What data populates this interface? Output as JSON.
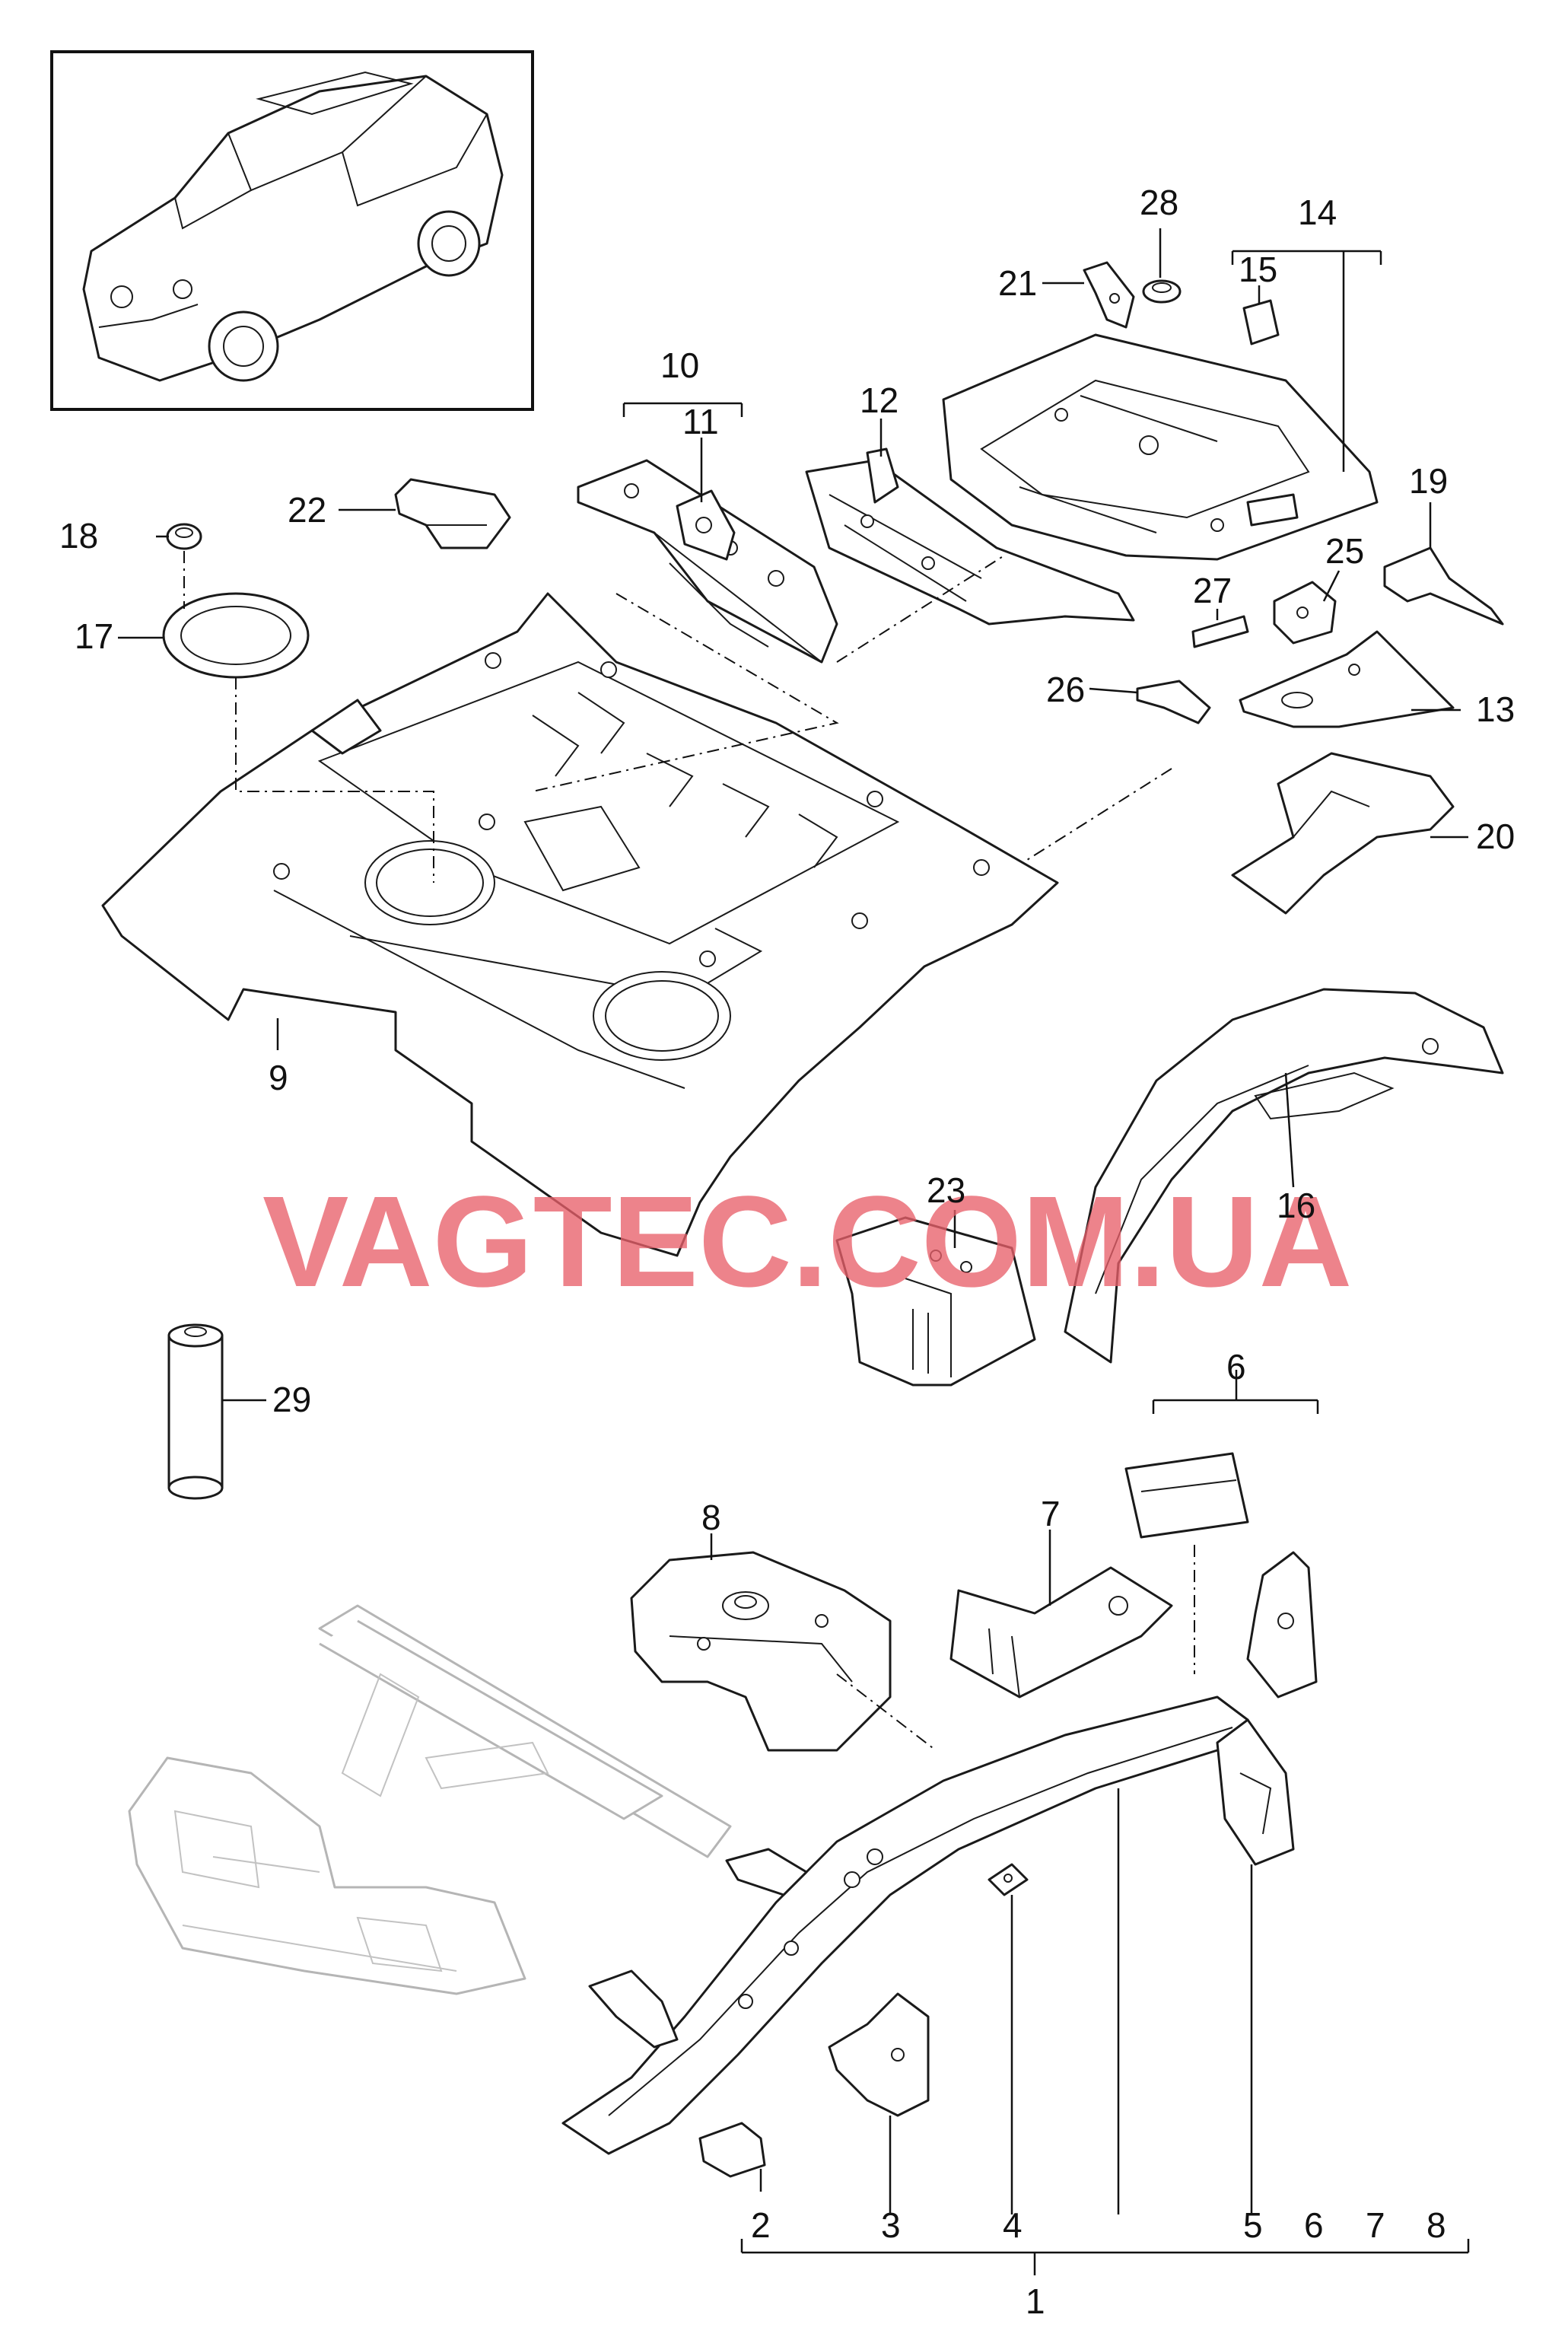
{
  "diagram": {
    "watermark": {
      "text": "VAGTEC.COM.UA",
      "color": "#e8606a"
    },
    "labels": [
      {
        "id": "1",
        "text": "1"
      },
      {
        "id": "2",
        "text": "2"
      },
      {
        "id": "3",
        "text": "3"
      },
      {
        "id": "4",
        "text": "4"
      },
      {
        "id": "5",
        "text": "5"
      },
      {
        "id": "6-top",
        "text": "6"
      },
      {
        "id": "6-bottom",
        "text": "6"
      },
      {
        "id": "7-top",
        "text": "7"
      },
      {
        "id": "7-bottom",
        "text": "7"
      },
      {
        "id": "8-top",
        "text": "8"
      },
      {
        "id": "8-bottom",
        "text": "8"
      },
      {
        "id": "9",
        "text": "9"
      },
      {
        "id": "10",
        "text": "10"
      },
      {
        "id": "11",
        "text": "11"
      },
      {
        "id": "12",
        "text": "12"
      },
      {
        "id": "13",
        "text": "13"
      },
      {
        "id": "14",
        "text": "14"
      },
      {
        "id": "15",
        "text": "15"
      },
      {
        "id": "16",
        "text": "16"
      },
      {
        "id": "17",
        "text": "17"
      },
      {
        "id": "18",
        "text": "18"
      },
      {
        "id": "19",
        "text": "19"
      },
      {
        "id": "20",
        "text": "20"
      },
      {
        "id": "21",
        "text": "21"
      },
      {
        "id": "22",
        "text": "22"
      },
      {
        "id": "23",
        "text": "23"
      },
      {
        "id": "25",
        "text": "25"
      },
      {
        "id": "26",
        "text": "26"
      },
      {
        "id": "27",
        "text": "27"
      },
      {
        "id": "28",
        "text": "28"
      },
      {
        "id": "29",
        "text": "29"
      }
    ]
  }
}
